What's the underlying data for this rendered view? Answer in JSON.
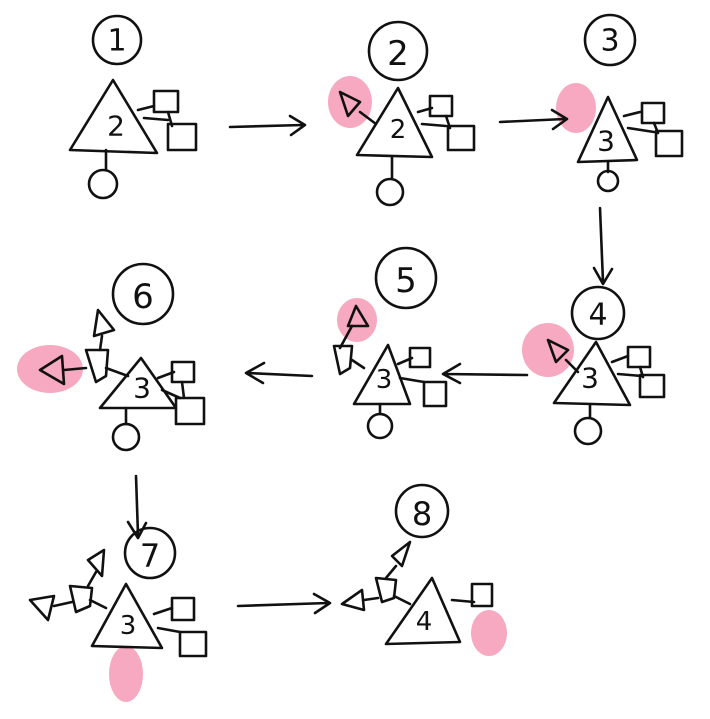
{
  "colors": {
    "ink": "#111111",
    "highlight": "#f59ab5",
    "background": "#ffffff"
  },
  "steps": [
    {
      "step_label": "1",
      "core_label": "2"
    },
    {
      "step_label": "2",
      "core_label": "2"
    },
    {
      "step_label": "3",
      "core_label": "3"
    },
    {
      "step_label": "4",
      "core_label": "3"
    },
    {
      "step_label": "5",
      "core_label": "3"
    },
    {
      "step_label": "6",
      "core_label": "3"
    },
    {
      "step_label": "7",
      "core_label": "3"
    },
    {
      "step_label": "8",
      "core_label": "4"
    }
  ],
  "flow": [
    {
      "from": "1",
      "to": "2"
    },
    {
      "from": "2",
      "to": "3"
    },
    {
      "from": "3",
      "to": "4"
    },
    {
      "from": "4",
      "to": "5"
    },
    {
      "from": "5",
      "to": "6"
    },
    {
      "from": "6",
      "to": "7"
    },
    {
      "from": "7",
      "to": "8"
    }
  ]
}
